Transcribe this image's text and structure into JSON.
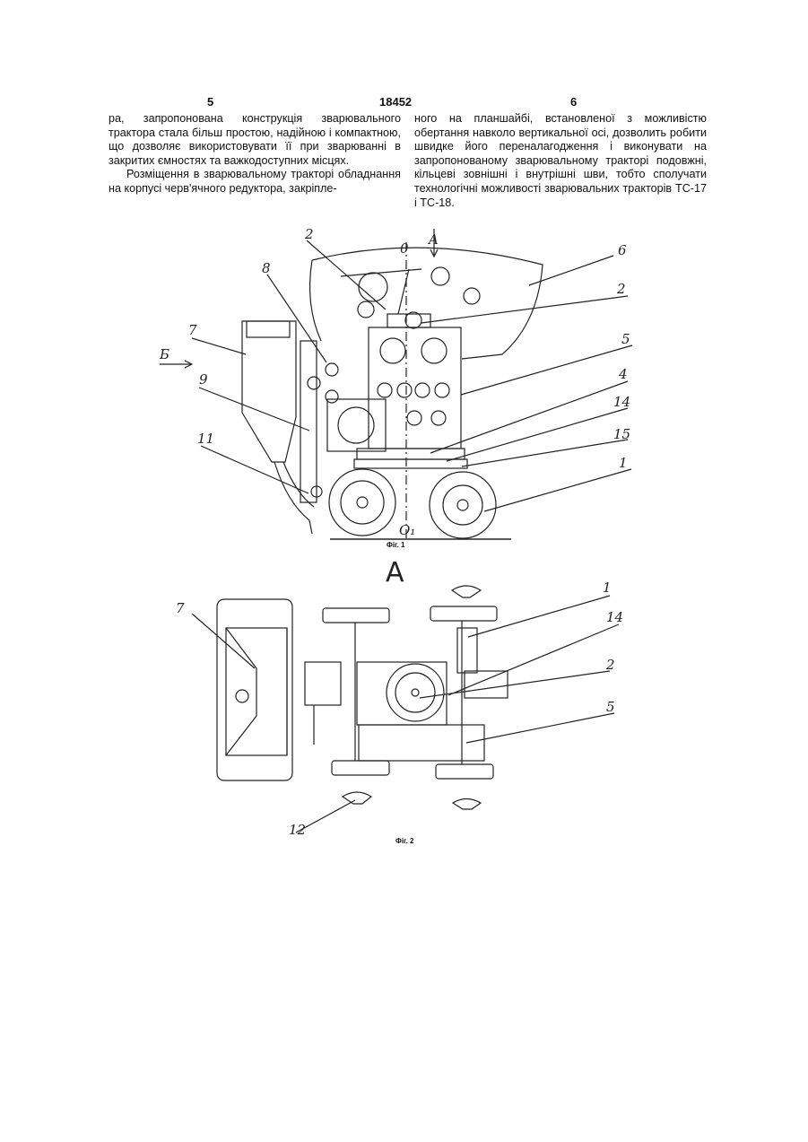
{
  "header": {
    "left_page": "5",
    "patent_number": "18452",
    "right_page": "6"
  },
  "left_column": {
    "p1": "ра, запропонована конструкція зварювального трактора стала більш простою, надійною і компактною, що дозволяє використовувати її при зварюванні в закритих ємностях та важкодоступних місцях.",
    "p2": "Розміщення в зварювальному тракторі обладнання на корпусі черв'ячного редуктора, закріпле-"
  },
  "right_column": {
    "p1": "ного на планшайбі, встановленої з можливістю обертання навколо вертикальної осі, дозволить робити швидке його переналагодження і виконувати на запропонованому зварювальному тракторі подовжні, кільцеві зовнішні і внутрішні шви, тобто сполучати технологічні можливості зварювальних тракторів ТС-17 і ТС-18."
  },
  "figure1": {
    "caption": "Фіг. 1",
    "labels": {
      "l1": "1",
      "l2a": "2",
      "l2b": "2",
      "l4": "4",
      "l5": "5",
      "l6": "6",
      "l7": "7",
      "l8": "8",
      "l9": "9",
      "l11": "11",
      "l14": "14",
      "l15": "15",
      "axis_o": "0",
      "axis_o1": "O₁",
      "view_a": "A",
      "view_b": "Б"
    }
  },
  "figure2": {
    "caption": "Фіг. 2",
    "view_label": "A",
    "labels": {
      "l1": "1",
      "l14": "14",
      "l2": "2",
      "l5": "5",
      "l7": "7",
      "l12": "12"
    }
  }
}
